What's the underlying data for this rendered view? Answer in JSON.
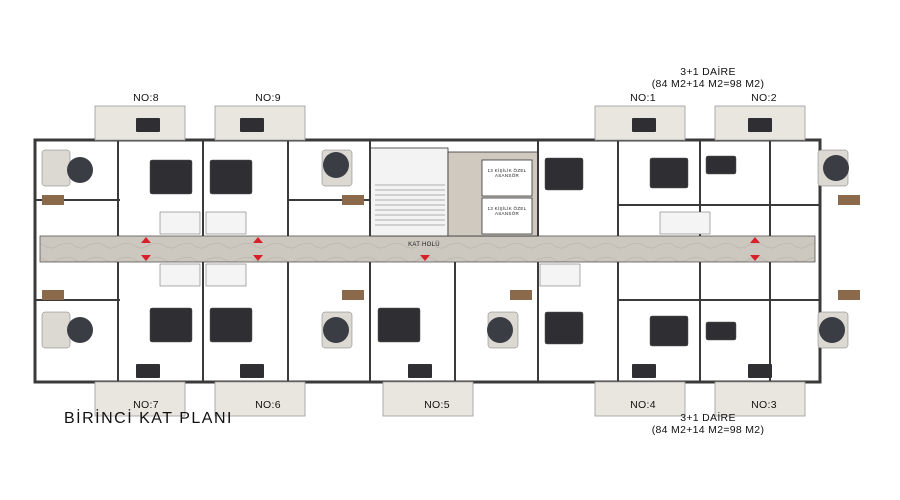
{
  "plan_title": "BİRİNCİ KAT PLANI",
  "hall_label": "KAT HOLÜ",
  "elevator_label": "13 KİŞİLİK ÖZEL ASANSÖR",
  "units": {
    "no1": "NO:1",
    "no2": "NO:2",
    "no3": "NO:3",
    "no4": "NO:4",
    "no5": "NO:5",
    "no6": "NO:6",
    "no7": "NO:7",
    "no8": "NO:8",
    "no9": "NO:9"
  },
  "unit_type_top": {
    "line1": "3+1 DAİRE",
    "line2": "(84 M2+14 M2=98 M2)"
  },
  "unit_type_bottom": {
    "line1": "3+1 DAİRE",
    "line2": "(84 M2+14 M2=98 M2)"
  },
  "colors": {
    "wall": "#3a3a3a",
    "corridor": "#c9c4bd",
    "balcony": "#e9e6e0",
    "furniture_dark": "#2e2e33",
    "marker": "#d8202a"
  }
}
